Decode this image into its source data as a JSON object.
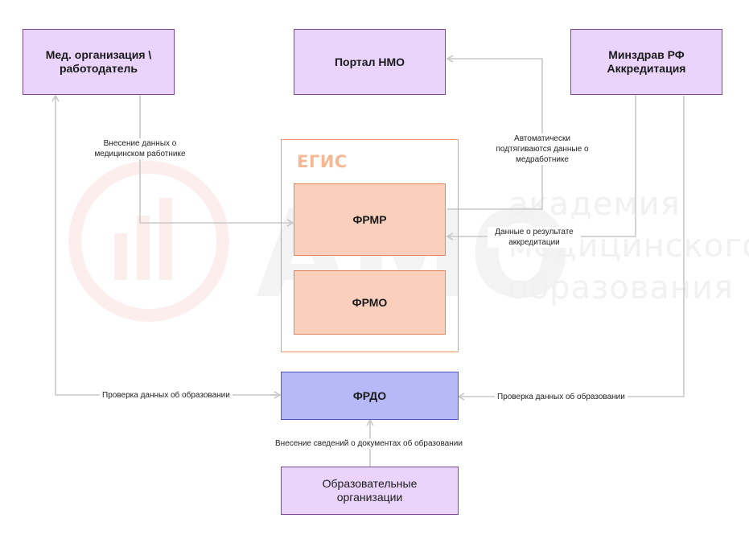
{
  "watermark": {
    "logo_text": "АМО",
    "lines": [
      "академия",
      "медицинского",
      "образования"
    ]
  },
  "boxes": {
    "med_org": "Мед. организация \\ работодатель",
    "portal": "Портал НМО",
    "minzdrav": "Минздрав РФ Аккредитация",
    "egis": "ЕГИС",
    "frmr": "ФРМР",
    "frmo": "ФРМО",
    "frdo": "ФРДО",
    "edu_org": "Образовательные организации"
  },
  "labels": {
    "input_worker": "Внесение данных о медицинском работнике",
    "auto_pull": "Автоматически подтягиваются данные о медработнике",
    "accreditation_result": "Данные о результате аккредитации",
    "check_edu_left": "Проверка данных об образовании",
    "check_edu_right": "Проверка данных об образовании",
    "input_docs": "Внесение сведений о документах об образовании"
  },
  "colors": {
    "purple_fill": "#ead4fb",
    "orange_fill": "#fad0bd",
    "blue_fill": "#b5b9f6",
    "egis_title": "#f6b894",
    "connector": "#c9c9c9"
  }
}
